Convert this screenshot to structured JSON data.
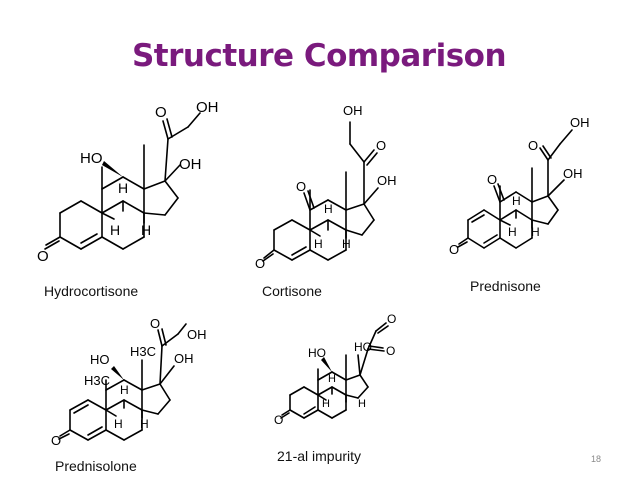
{
  "slide": {
    "title": "Structure Comparison",
    "title_color": "#7a1a7d",
    "page_number": "18"
  },
  "structures": [
    {
      "name": "Hydrocortisone",
      "atoms": {
        "oh_side": "OH",
        "ketone_o": "O",
        "oh_17": "OH",
        "ho_11": "HO",
        "h_8": "H",
        "h_9": "H",
        "h_14": "H",
        "ketone_3": "O"
      }
    },
    {
      "name": "Cortisone",
      "atoms": {
        "oh_side": "OH",
        "ketone_o": "O",
        "oh_17": "OH",
        "ketone_11": "O",
        "h_8": "H",
        "h_9": "H",
        "h_14": "H",
        "ketone_3": "O"
      }
    },
    {
      "name": "Prednisone",
      "atoms": {
        "oh_side": "OH",
        "ketone_o": "O",
        "oh_17": "OH",
        "ketone_11": "O",
        "h_8": "H",
        "h_9": "H",
        "h_14": "H",
        "ketone_3": "O"
      }
    },
    {
      "name": "Prednisolone",
      "atoms": {
        "oh_side": "OH",
        "ketone_o": "O",
        "oh_17": "OH",
        "ho_11": "HO",
        "h3c_13": "H3C",
        "h3c_10": "H3C",
        "h_8": "H",
        "h_9": "H",
        "h_14": "H",
        "ketone_3": "O"
      }
    },
    {
      "name": "21-al impurity",
      "atoms": {
        "aldehyde_o": "O",
        "ketone_o": "O",
        "ho_17": "HO",
        "ho_11": "HO",
        "h_8": "H",
        "h_9": "H",
        "h_14": "H",
        "ketone_3": "O"
      }
    }
  ]
}
